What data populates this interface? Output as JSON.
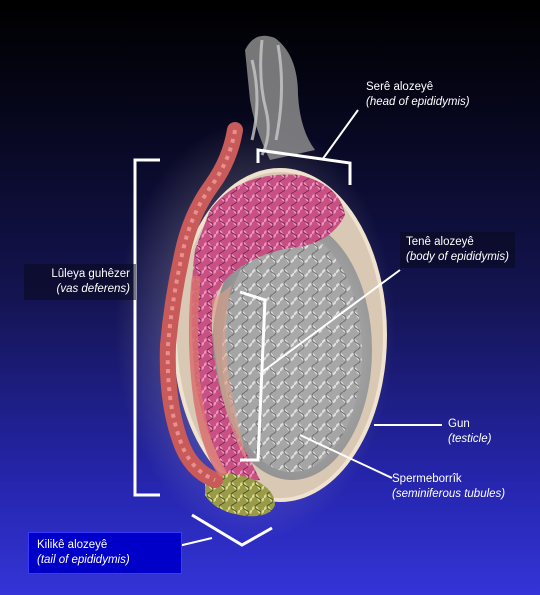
{
  "labels": {
    "head": {
      "primary": "Serê alozeyê",
      "latin": "(head of epididymis)"
    },
    "body": {
      "primary": "Tenê alozeyê",
      "latin": "(body of epididymis)"
    },
    "vas": {
      "primary": "Lûleya guhêzer",
      "latin": "(vas deferens)"
    },
    "testicle": {
      "primary": "Gun",
      "latin": "(testicle)"
    },
    "tubules": {
      "primary": "Spermeborrîk",
      "latin": "(seminiferous tubules)"
    },
    "tail": {
      "primary": "Kilikê alozeyê",
      "latin": "(tail of epididymis)"
    }
  },
  "colors": {
    "background_top": "#000000",
    "background_bottom": "#3434d8",
    "tail_label_box": "#0000c8",
    "vas_deferens": "#c85a5a",
    "epididymis_head": "#d8609a",
    "epididymis_tail": "#b8b860",
    "testis": "#b0b0b0"
  }
}
